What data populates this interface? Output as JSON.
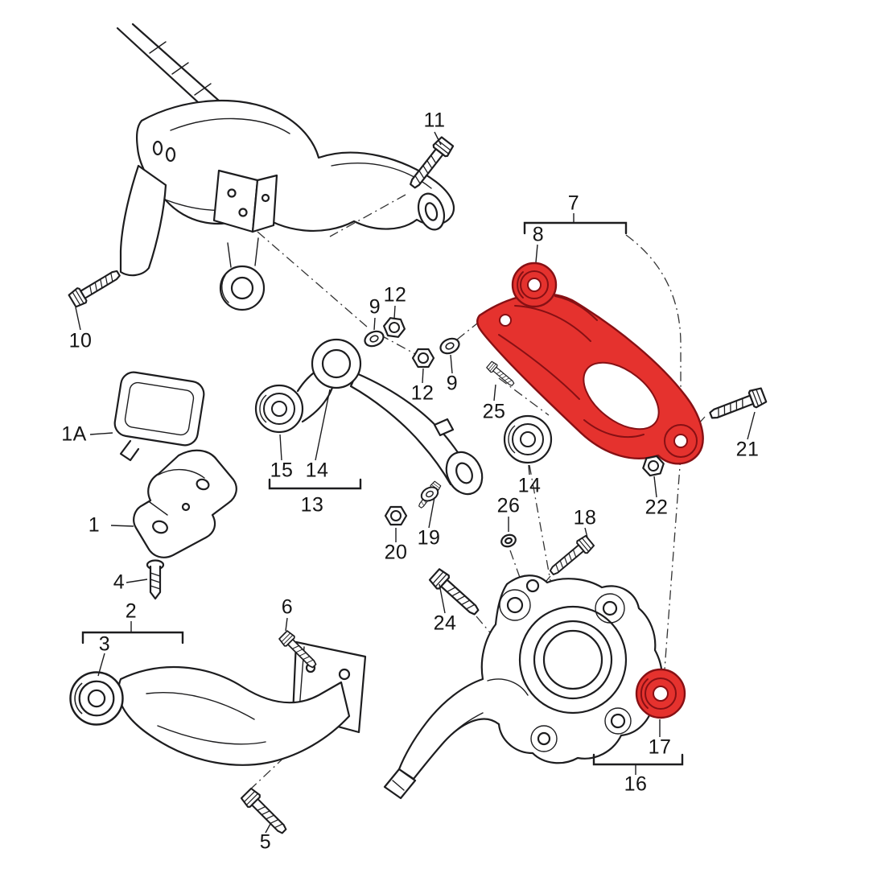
{
  "figure": {
    "type": "exploded-parts-diagram",
    "subject": "rear-axle-multilink-suspension",
    "background": "#ffffff",
    "line_color": "#1d1d1f",
    "highlight": {
      "color": "#e5322e",
      "parts": [
        "7",
        "8",
        "17"
      ]
    }
  },
  "callouts": {
    "c11": "11",
    "c10": "10",
    "c1a": "1A",
    "c1": "1",
    "c4": "4",
    "c2": "2",
    "c3": "3",
    "c5": "5",
    "c6": "6",
    "c9a": "9",
    "c12a": "12",
    "c12b": "12",
    "c9b": "9",
    "c25": "25",
    "c8": "8",
    "c7": "7",
    "c15": "15",
    "c14a": "14",
    "c13": "13",
    "c20": "20",
    "c19": "19",
    "c14b": "14",
    "c26": "26",
    "c18": "18",
    "c22": "22",
    "c21": "21",
    "c24": "24",
    "c16": "16",
    "c17": "17"
  }
}
